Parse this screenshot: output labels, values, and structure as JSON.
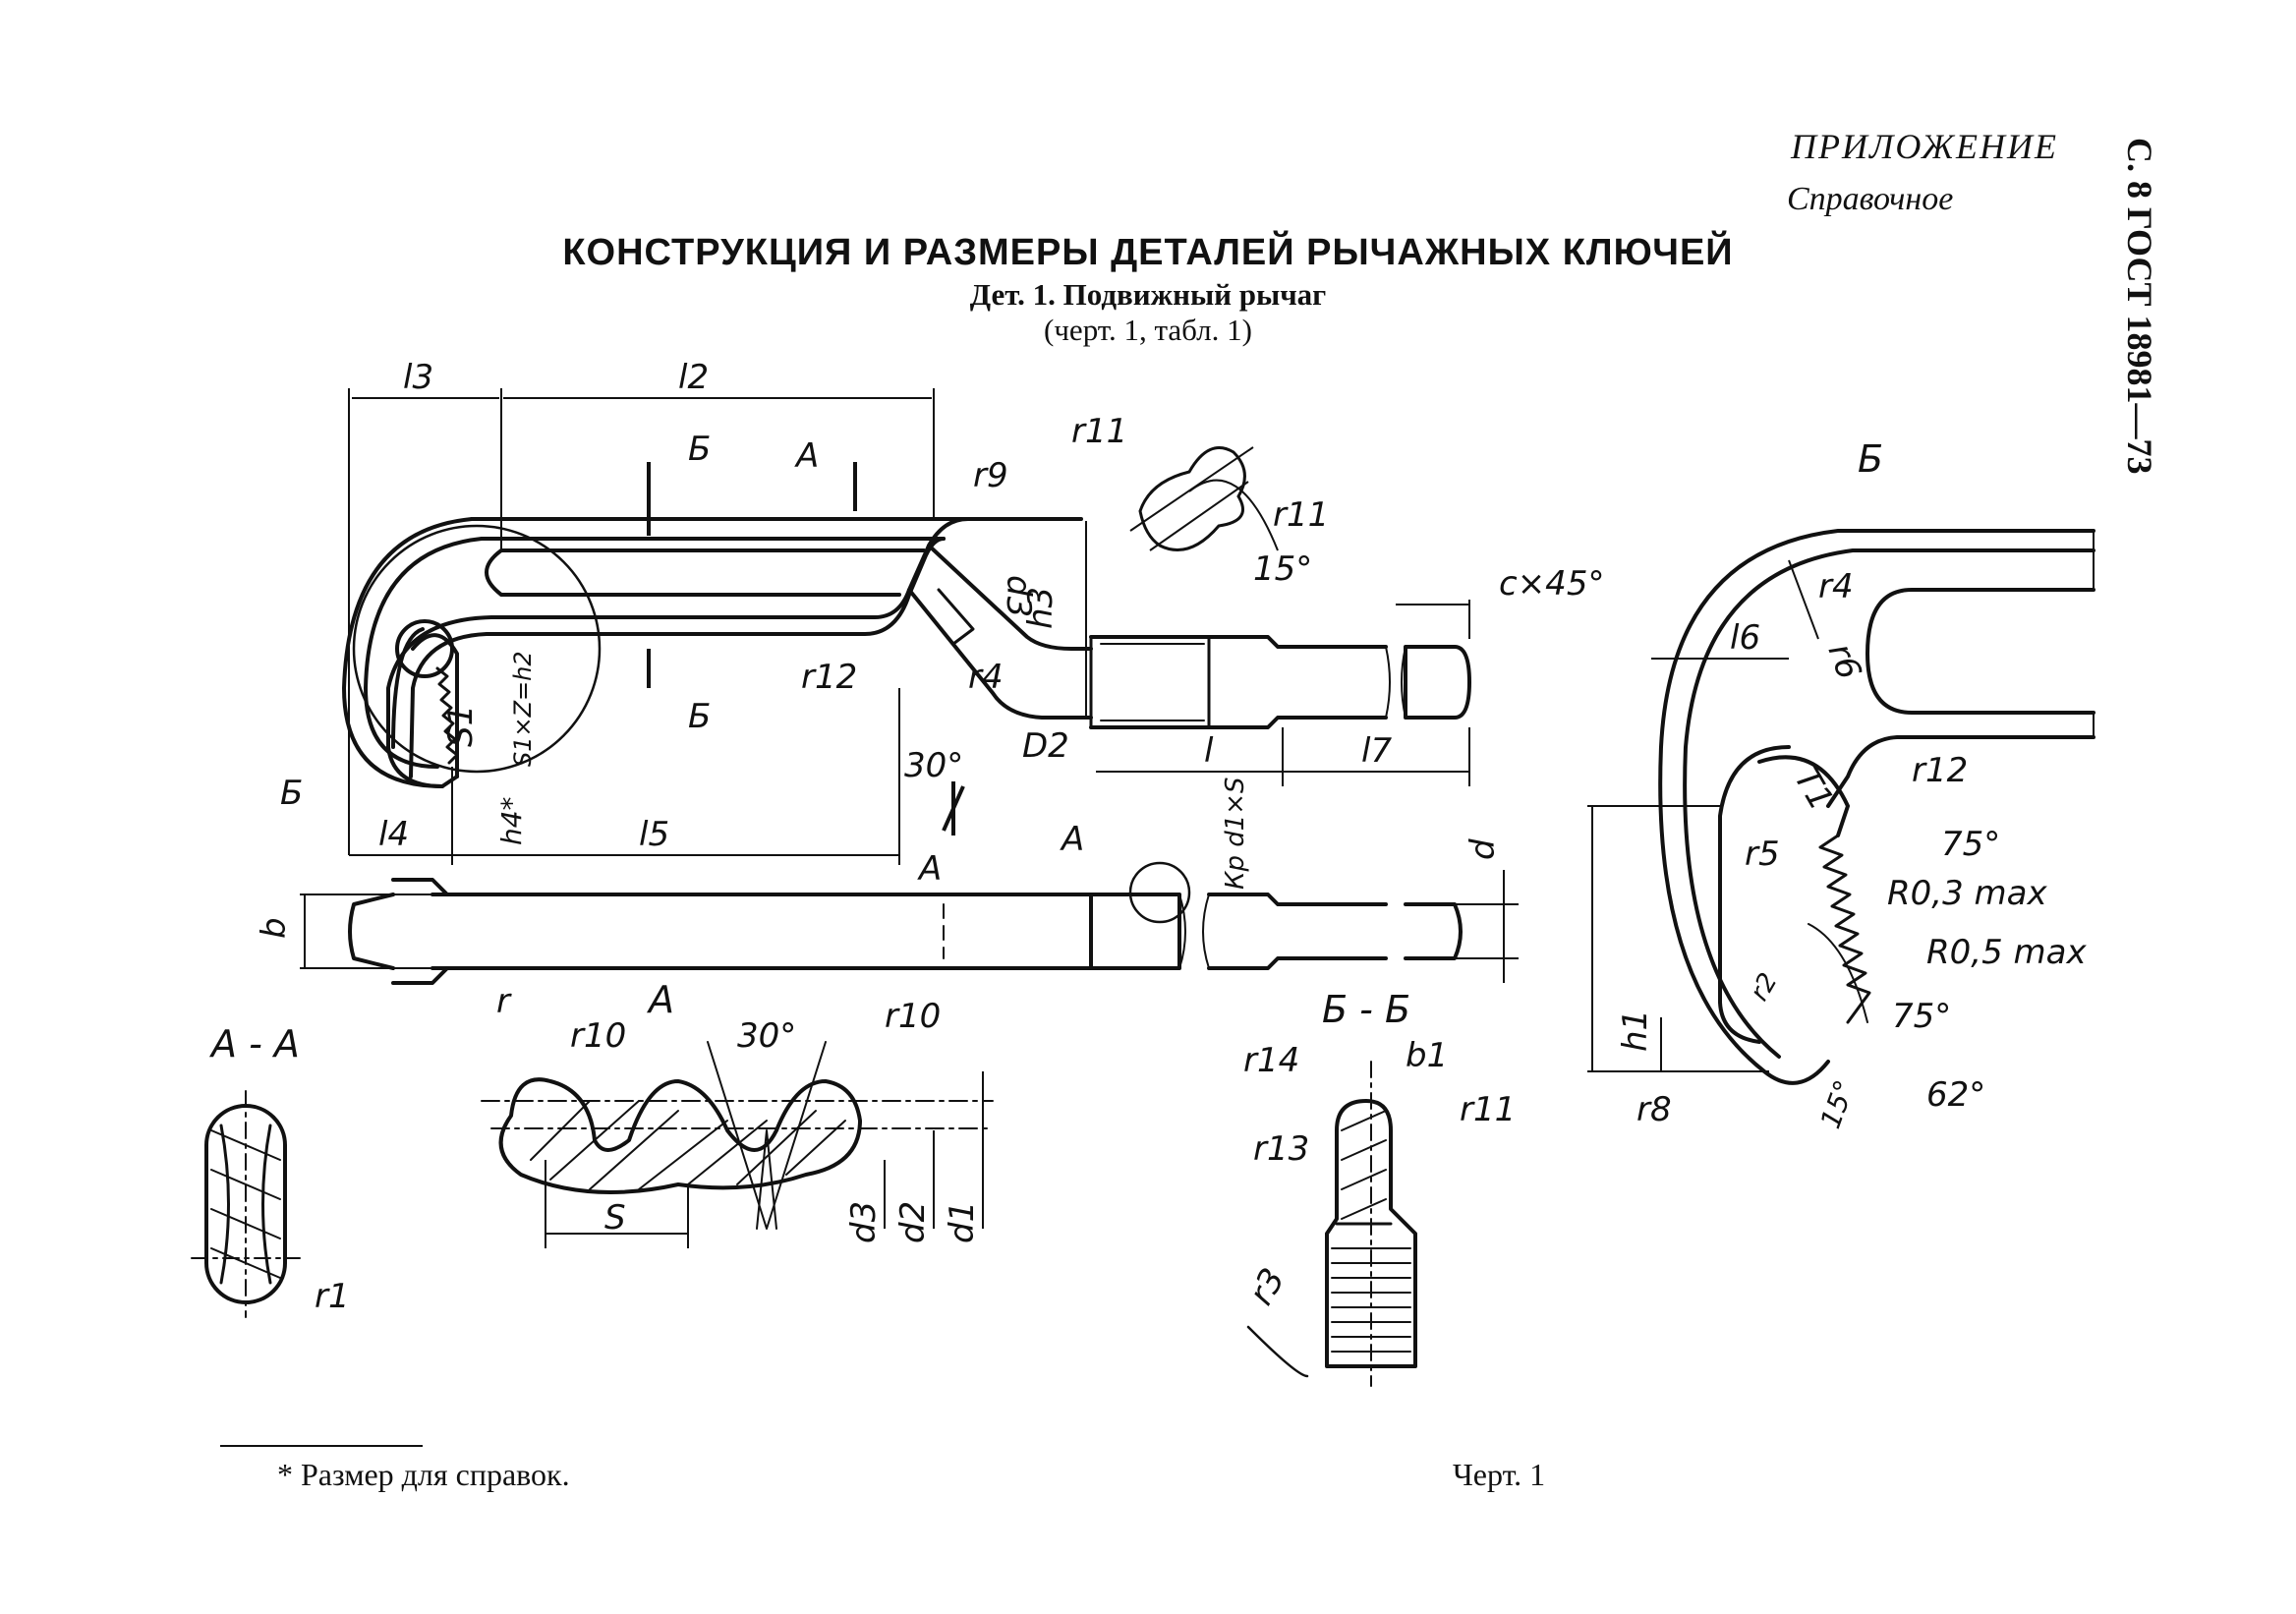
{
  "header": {
    "appendix": "ПРИЛОЖЕНИЕ",
    "appendix_type": "Справочное",
    "page_ref": "С. 8 ГОСТ 18981—73"
  },
  "title": {
    "main": "КОНСТРУКЦИЯ И РАЗМЕРЫ ДЕТАЛЕЙ РЫЧАЖНЫХ КЛЮЧЕЙ",
    "part": "Дет. 1. Подвижный рычаг",
    "ref": "(черт. 1, табл. 1)"
  },
  "views": {
    "section_aa": "А - А",
    "detail_a": "А",
    "section_bb": "Б - Б",
    "detail_b": "Б"
  },
  "labels": {
    "l3": "l3",
    "l2": "l2",
    "l4": "l4",
    "l5": "l5",
    "l": "l",
    "l7": "l7",
    "l6": "l6",
    "sec_b": "Б",
    "sec_a": "А",
    "r9": "r9",
    "r11": "r11",
    "r12": "r12",
    "r4": "r4",
    "r1": "r1",
    "r10": "r10",
    "r14": "r14",
    "r13": "r13",
    "r3": "r3",
    "r5": "r5",
    "r6": "r6",
    "r8": "r8",
    "r2": "r2",
    "r": "r",
    "d3": "d3",
    "d2": "d2",
    "d1": "d1",
    "d": "d",
    "b": "b",
    "b1": "b1",
    "S": "S",
    "h3": "h3",
    "h1": "h1",
    "h4": "h4*",
    "S1": "S1",
    "S1z": "S1×Z=h2",
    "kpd": "Кр d1×S",
    "cx45": "c×45°",
    "ang15": "15°",
    "ang30": "30°",
    "ang30b": "30°",
    "ang75a": "75°",
    "ang75b": "75°",
    "ang62": "62°",
    "ang15b": "15°",
    "r03": "R0,3 max",
    "r05": "R0,5 max",
    "T1": "T1",
    "D2": "D2"
  },
  "footer": {
    "note": "* Размер для справок.",
    "caption": "Черт. 1"
  }
}
